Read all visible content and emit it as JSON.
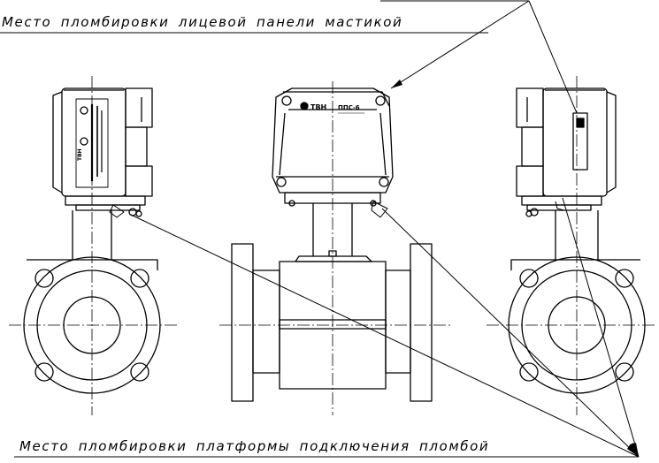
{
  "labels": {
    "top": "Место пломбировки лицевой панели мастикой",
    "bottom": "Место пломбировки платформы подключения пломбой"
  },
  "panel_marks": {
    "brand": "ТВН",
    "model": "ППС-6",
    "side_brand": "ТВН"
  },
  "colors": {
    "line": "#000000",
    "background": "#ffffff"
  }
}
